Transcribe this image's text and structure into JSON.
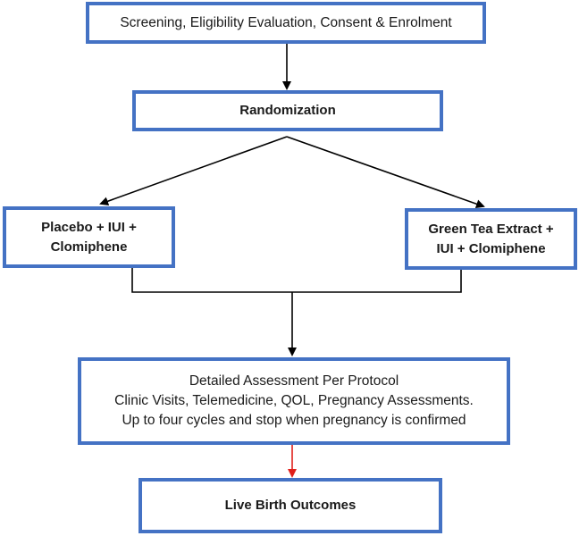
{
  "flowchart": {
    "screening": {
      "label": "Screening, Eligibility Evaluation, Consent & Enrolment"
    },
    "randomization": {
      "label": "Randomization"
    },
    "arms": {
      "placebo": {
        "line1": "Placebo + IUI +",
        "line2": "Clomiphene"
      },
      "green_tea": {
        "line1": "Green Tea Extract +",
        "line2": "IUI + Clomiphene"
      }
    },
    "assessment": {
      "line1": "Detailed Assessment Per Protocol",
      "line2": "Clinic Visits, Telemedicine, QOL, Pregnancy Assessments.",
      "line3": "Up to four cycles and stop when pregnancy is confirmed"
    },
    "outcome": {
      "label": "Live Birth Outcomes"
    }
  },
  "colors": {
    "box_border": "#4472c4",
    "connector": "#000000",
    "final_arrow": "#e0201b"
  }
}
